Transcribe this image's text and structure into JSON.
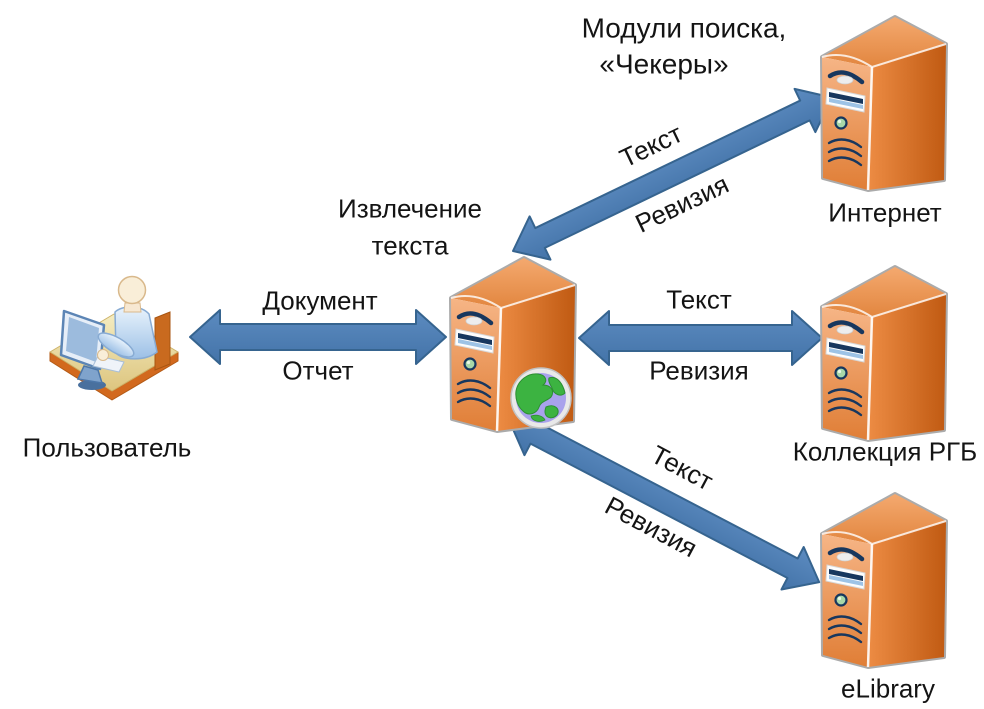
{
  "title": {
    "line1": "Модули поиска,",
    "line2": "«Чекеры»"
  },
  "nodes": {
    "user": {
      "label": "Пользователь",
      "icon": "user-at-desk-icon"
    },
    "extractor": {
      "label_line1": "Извлечение",
      "label_line2": "текста",
      "icon": "server-with-globe-icon"
    },
    "internet": {
      "label": "Интернет",
      "icon": "server-icon"
    },
    "rgb": {
      "label": "Коллекция РГБ",
      "icon": "server-icon"
    },
    "elibrary": {
      "label": "eLibrary",
      "icon": "server-icon"
    }
  },
  "edges": {
    "user_extractor": {
      "label_top": "Документ",
      "label_bottom": "Отчет",
      "direction": "bidirectional"
    },
    "extractor_internet": {
      "label_top": "Текст",
      "label_bottom": "Ревизия",
      "direction": "bidirectional"
    },
    "extractor_rgb": {
      "label_top": "Текст",
      "label_bottom": "Ревизия",
      "direction": "bidirectional"
    },
    "extractor_elibrary": {
      "label_top": "Текст",
      "label_bottom": "Ревизия",
      "direction": "bidirectional"
    }
  },
  "colors": {
    "background": "#ffffff",
    "arrow_fill": "#4a7eb5",
    "arrow_border": "#36648f",
    "server_front": "#ef9a58",
    "server_side": "#d2691e",
    "server_outline": "#ababab",
    "server_detail_navy": "#17375e",
    "globe_ocean": "#a9a2ec",
    "globe_land": "#3cb341",
    "desk_tan": "#eddf9e",
    "text": "#141414"
  }
}
